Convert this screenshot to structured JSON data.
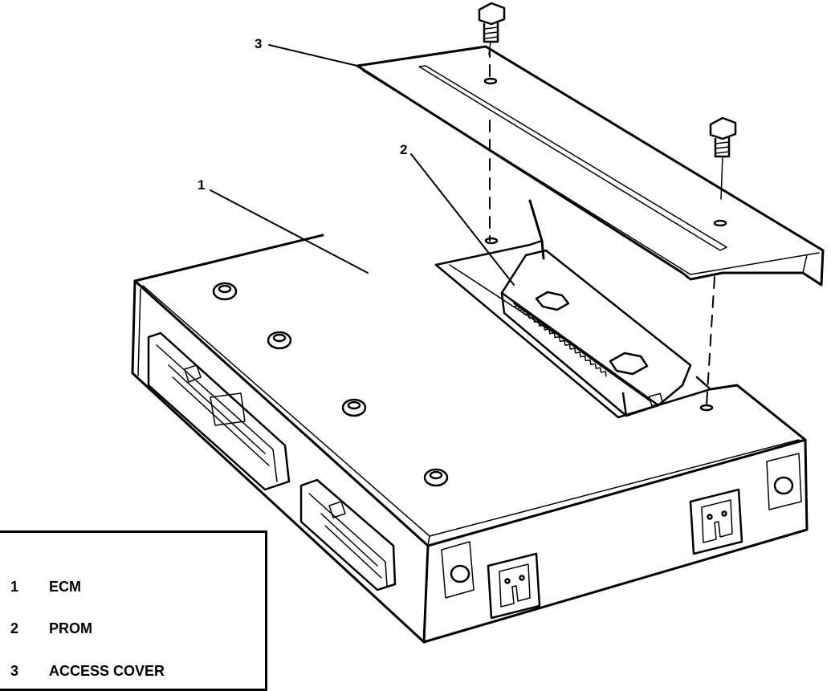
{
  "callouts": [
    {
      "number": "1"
    },
    {
      "number": "2"
    },
    {
      "number": "3"
    }
  ],
  "legend": {
    "items": [
      {
        "number": "1",
        "label": "ECM"
      },
      {
        "number": "2",
        "label": "PROM"
      },
      {
        "number": "3",
        "label": "ACCESS COVER"
      }
    ]
  },
  "colors": {
    "line": "#000000",
    "background": "#ffffff"
  }
}
